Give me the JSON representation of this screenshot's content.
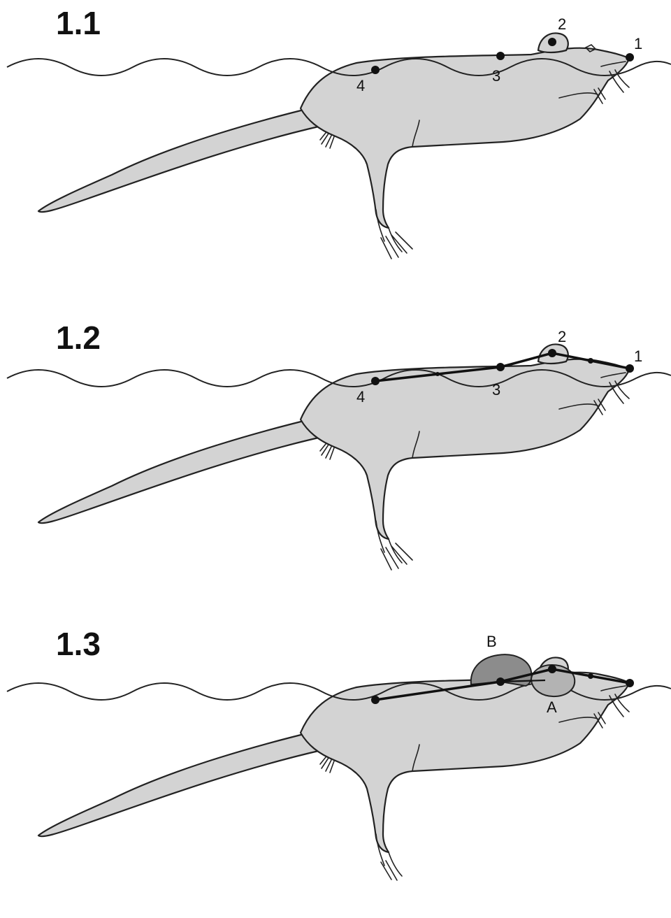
{
  "panels": [
    {
      "title": "1.1",
      "points": {
        "p1": "1",
        "p2": "2",
        "p3": "3",
        "p4": "4"
      }
    },
    {
      "title": "1.2",
      "points": {
        "p1": "1",
        "p2": "2",
        "p3": "3",
        "p4": "4"
      }
    },
    {
      "title": "1.3",
      "regions": {
        "a": "A",
        "b": "B"
      }
    }
  ],
  "colors": {
    "body": "#d3d3d3",
    "outline": "#222222",
    "region_b": "#8c8c8c",
    "region_a": "#b3b3b3"
  }
}
